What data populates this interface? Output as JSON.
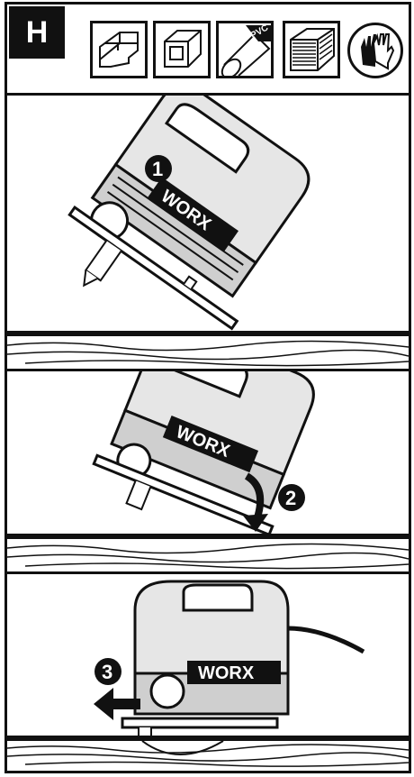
{
  "section_letter": "H",
  "materials": [
    {
      "icon": "aluminum-profile-icon"
    },
    {
      "icon": "square-tube-icon"
    },
    {
      "icon": "pvc-pipe-icon",
      "label": "PVC"
    },
    {
      "icon": "wood-plank-icon"
    }
  ],
  "safety_icon": "gloves-icon",
  "brand": "WORX",
  "steps": [
    {
      "number": "1",
      "arrow": "none"
    },
    {
      "number": "2",
      "arrow": "curved-down-arrow"
    },
    {
      "number": "3",
      "arrow": "left-arrow"
    }
  ],
  "colors": {
    "ink": "#111111",
    "paper": "#ffffff",
    "tone": "#d8d8d8"
  }
}
